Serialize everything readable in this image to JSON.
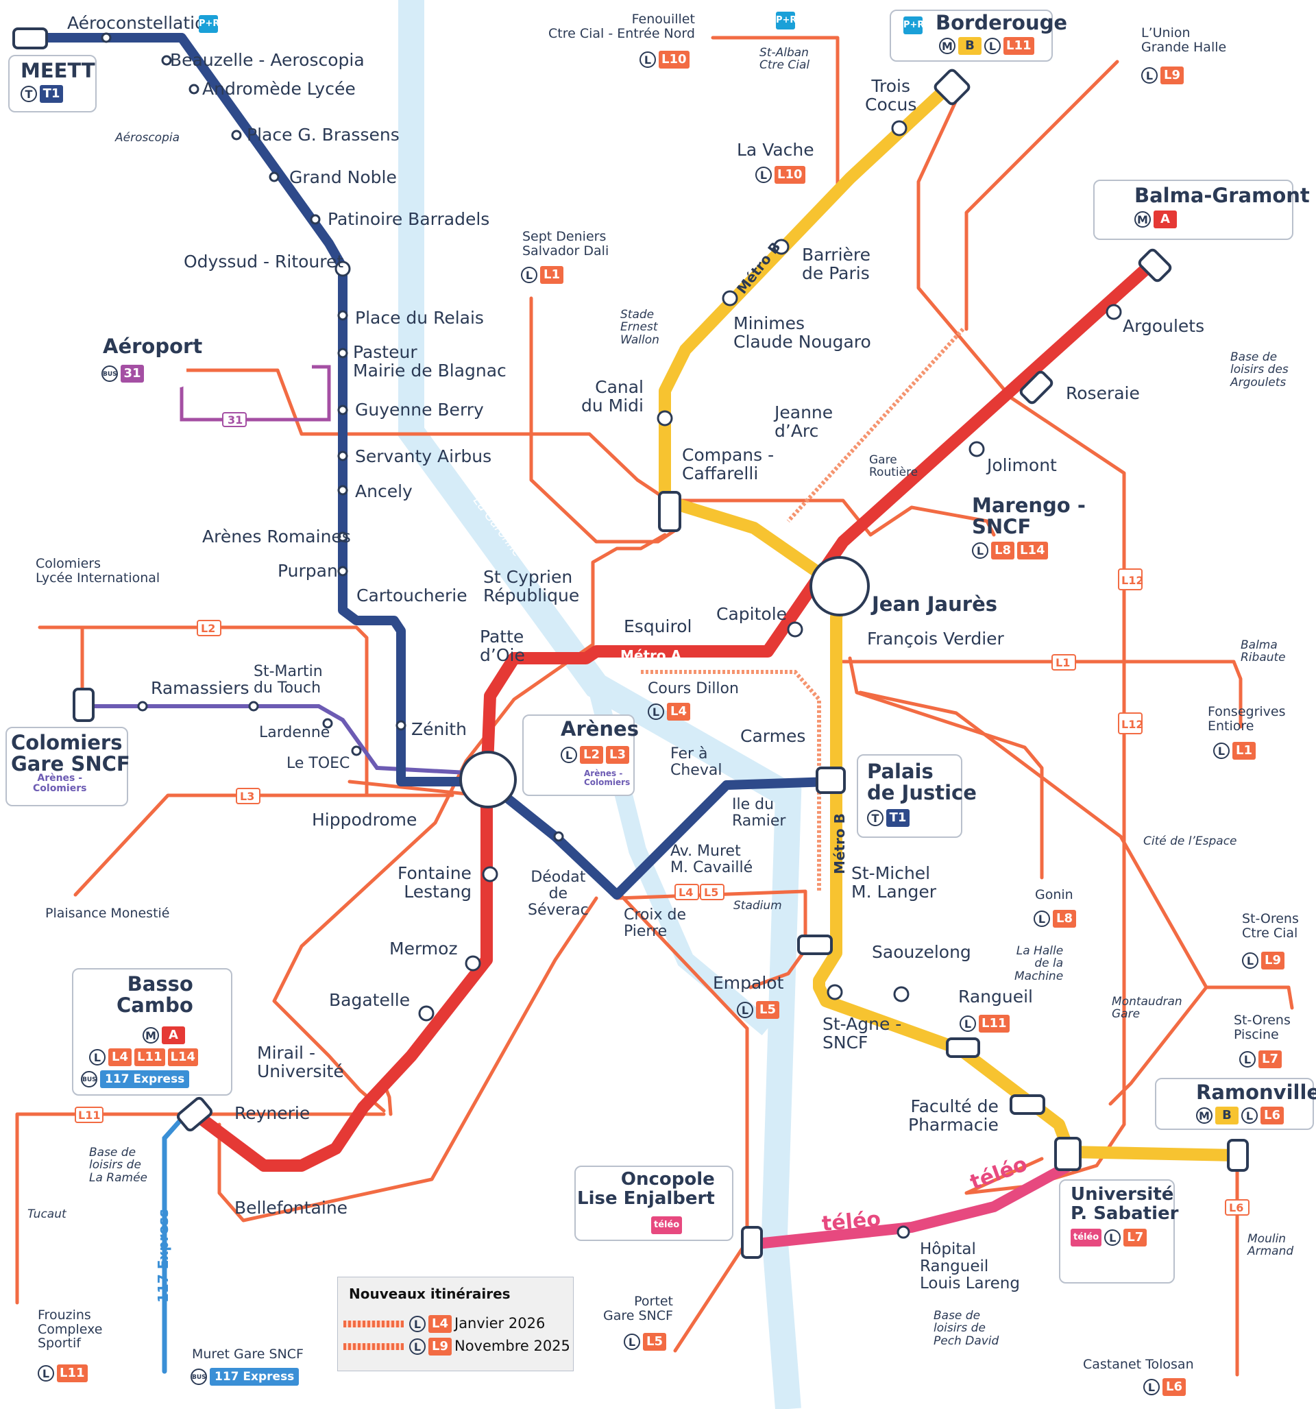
{
  "colors": {
    "metro_a": "#e53935",
    "metro_b": "#f7c330",
    "tram_t1": "#2e4a8a",
    "linebus": "#f26b43",
    "bus31": "#a44fa3",
    "express117": "#3a8fd6",
    "teleo": "#e7497f",
    "river": "#d6ecf8",
    "text": "#2b3a55"
  },
  "lines": {
    "metro_a": "Métro A",
    "metro_b": "Métro B",
    "t1": "T1",
    "teleo": "téléo",
    "express": "117 Express",
    "bus31": "31",
    "line_codes": [
      "L1",
      "L2",
      "L3",
      "L4",
      "L5",
      "L6",
      "L7",
      "L8",
      "L9",
      "L10",
      "L11",
      "L12",
      "L14"
    ]
  },
  "river": "La Garonne",
  "stations": {
    "aeroconstellation": "Aéroconstellation",
    "meett": "MEETT",
    "beauzelle": "Beauzelle - Aeroscopia",
    "andromede": "Andromède Lycée",
    "brassens": "Place G. Brassens",
    "grand_noble": "Grand Noble",
    "barradels": "Patinoire Barradels",
    "odyssud": "Odyssud - Ritouret",
    "place_relais": "Place du Relais",
    "pasteur": "Pasteur\nMairie de Blagnac",
    "guyenne": "Guyenne Berry",
    "servanty": "Servanty Airbus",
    "ancely": "Ancely",
    "arenes_romaines": "Arènes Romaines",
    "purpan": "Purpan",
    "cartoucherie": "Cartoucherie",
    "zenith": "Zénith",
    "aeroport": "Aéroport",
    "aeroscopia": "Aéroscopia",
    "colomiers_lycee": "Colomiers\nLycée International",
    "ramassiers": "Ramassiers",
    "st_martin": "St-Martin\ndu Touch",
    "lardenne": "Lardenne",
    "le_toec": "Le TOEC",
    "colomiers_gare": "Colomiers\nGare SNCF",
    "colomiers_sub": "Arènes -\nColomiers",
    "hippodrome": "Hippodrome",
    "plaisance": "Plaisance Monestié",
    "fenouillet": "Fenouillet\nCtre Cial - Entrée Nord",
    "st_alban": "St-Alban\nCtre Cial",
    "borderouge": "Borderouge",
    "trois_cocus": "Trois\nCocus",
    "la_vache": "La Vache",
    "barriere": "Barrière\nde Paris",
    "minimes": "Minimes\nClaude Nougaro",
    "canal_midi": "Canal\ndu Midi",
    "sept_deniers": "Sept Deniers\nSalvador Dali",
    "stade": "Stade\nErnest\nWallon",
    "compans": "Compans -\nCaffarelli",
    "jeanne": "Jeanne\nd’Arc",
    "gare_routiere": "Gare\nRoutière",
    "marengo": "Marengo -\nSNCF",
    "jean_jaures": "Jean Jaurès",
    "capitole": "Capitole",
    "esquirol": "Esquirol",
    "st_cyprien": "St Cyprien\nRépublique",
    "patte_oie": "Patte\nd’Oie",
    "arenes": "Arènes",
    "arenes_sub": "Arènes -\nColomiers",
    "francois_verdier": "François Verdier",
    "cours_dillon": "Cours Dillon",
    "carmes": "Carmes",
    "fer_cheval": "Fer à\nCheval",
    "palais_justice": "Palais\nde Justice",
    "ile_ramier": "Ile du\nRamier",
    "av_muret": "Av. Muret\nM. Cavaillé",
    "st_michel": "St-Michel\nM. Langer",
    "deodat": "Déodat\nde\nSéverac",
    "croix_pierre": "Croix de\nPierre",
    "stadium": "Stadium",
    "fontaine": "Fontaine\nLestang",
    "mermoz": "Mermoz",
    "bagatelle": "Bagatelle",
    "mirail": "Mirail -\nUniversité",
    "reynerie": "Reynerie",
    "bellefontaine": "Bellefontaine",
    "basso_cambo": "Basso\nCambo",
    "empalot": "Empalot",
    "saouzelong": "Saouzelong",
    "st_agne": "St-Agne -\nSNCF",
    "rangueil": "Rangueil",
    "faculte": "Faculté de\nPharmacie",
    "up_sabatier": "Université\nP. Sabatier",
    "ramonville": "Ramonville",
    "oncopole": "Oncopole\nLise Enjalbert",
    "hopital": "Hôpital\nRangueil\nLouis Lareng",
    "pech_david": "Base de\nloisirs de\nPech David",
    "portet": "Portet\nGare SNCF",
    "castanet": "Castanet Tolosan",
    "moulin": "Moulin\nArmand",
    "union": "L’Union\nGrande Halle",
    "balma_gramont": "Balma-Gramont",
    "argoulets": "Argoulets",
    "base_argoulets": "Base de\nloisirs des\nArgoulets",
    "roseraie": "Roseraie",
    "jolimont": "Jolimont",
    "balma_ribaute": "Balma\nRibaute",
    "fonsegrives": "Fonsegrives\nEntiore",
    "cite_espace": "Cité de l’Espace",
    "gonin": "Gonin",
    "halle_machine": "La Halle\nde la\nMachine",
    "montaudran": "Montaudran\nGare",
    "st_orens_ctre": "St-Orens\nCtre Cial",
    "st_orens_piscine": "St-Orens\nPiscine",
    "frouzins": "Frouzins\nComplexe\nSportif",
    "tucaut": "Tucaut",
    "base_ramee": "Base de\nloisirs de\nLa Ramée",
    "muret": "Muret Gare SNCF"
  },
  "legend": {
    "title": "Nouveaux itinéraires",
    "row1_line": "L4",
    "row1_date": "Janvier 2026",
    "row2_line": "L9",
    "row2_date": "Novembre 2025"
  }
}
